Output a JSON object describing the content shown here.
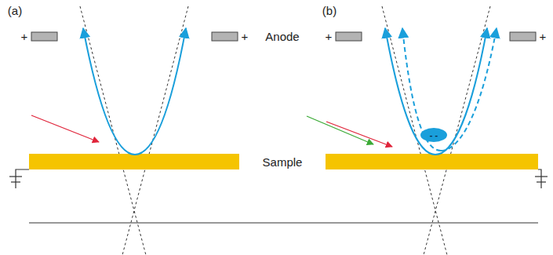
{
  "diagram": {
    "labels": [
      "(a)",
      "(b)",
      "+",
      "+",
      "Anode",
      "+",
      "+",
      "Sample",
      "- -"
    ]
  }
}
